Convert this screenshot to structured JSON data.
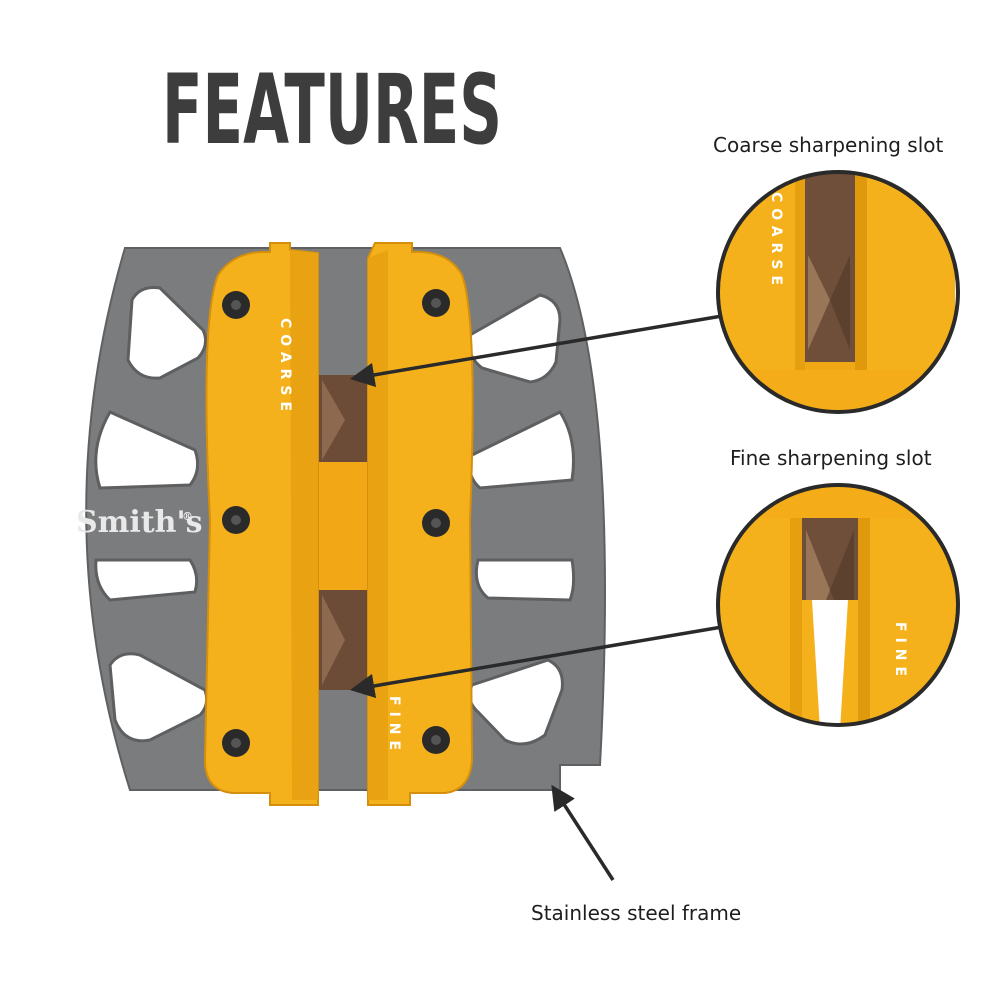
{
  "title": "FEATURES",
  "brand": {
    "name": "Smith's",
    "mark": "®"
  },
  "labels": {
    "coarse": "COARSE",
    "fine": "FINE"
  },
  "callouts": {
    "coarse": "Coarse sharpening slot",
    "fine": "Fine sharpening slot",
    "frame": "Stainless steel frame"
  },
  "colors": {
    "frame": "#7b7c7e",
    "yellow": "#f5b11c",
    "stone": "#7b5a43",
    "text": "#1e1e1e",
    "title": "#3d3d3d"
  },
  "icons": {
    "screw": "hex-socket-screw-icon",
    "arrow": "arrow-icon"
  }
}
